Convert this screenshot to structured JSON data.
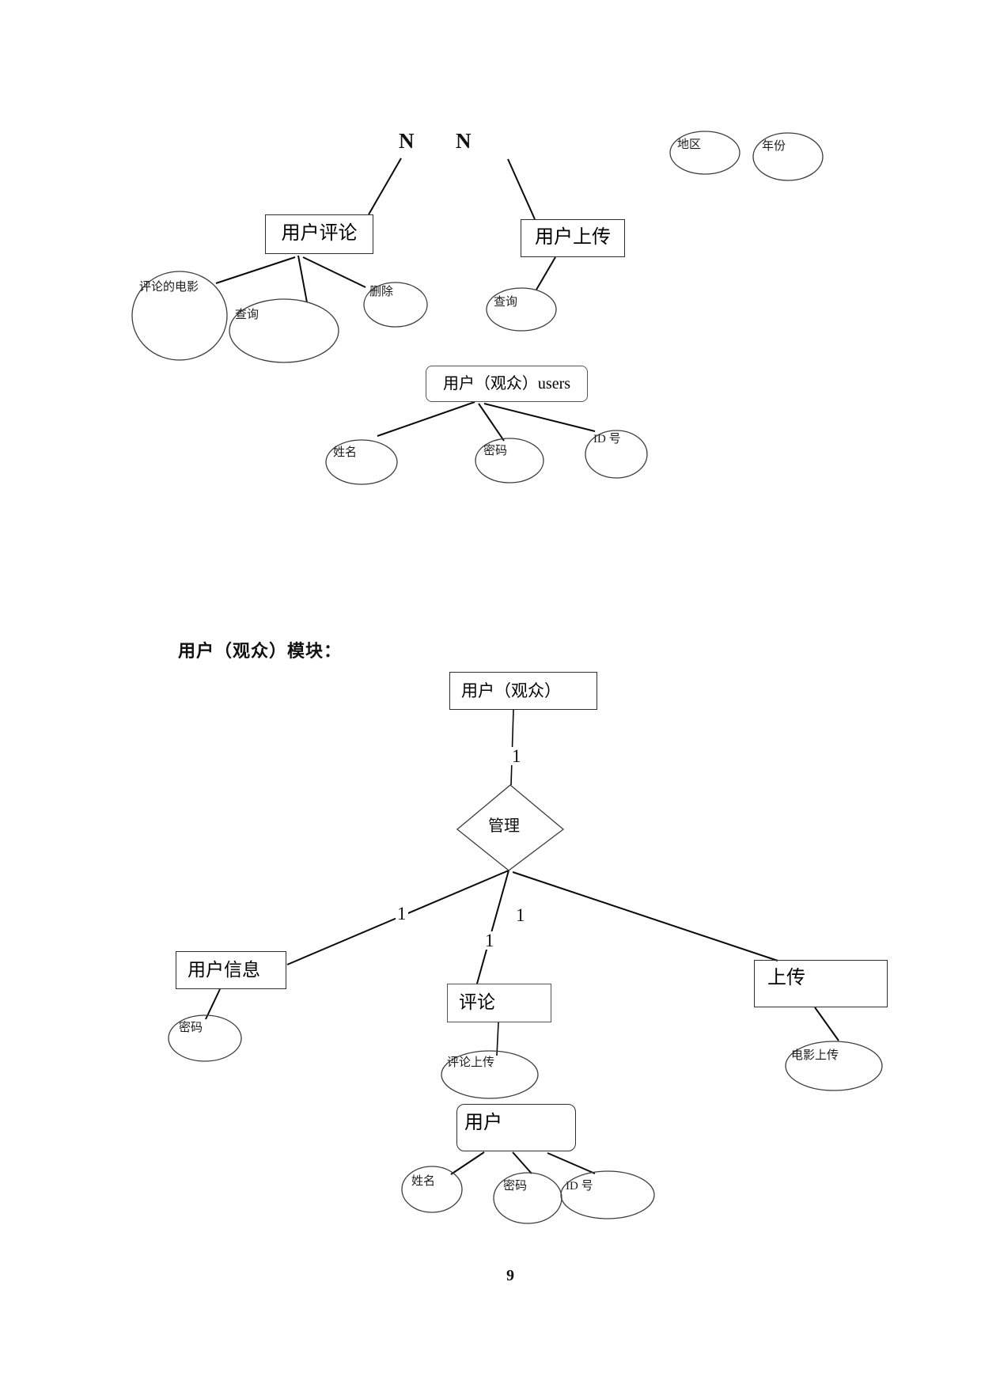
{
  "page": {
    "heading": "用户（观众）模块：",
    "number": "9"
  },
  "d1": {
    "n_left": "N",
    "n_right": "N",
    "comment_box": "用户评论",
    "upload_box": "用户上传",
    "users_box": "用户（观众）users",
    "commented_movie": "评论的电影",
    "query_left": "查询",
    "delete": "删除",
    "query_right": "查询",
    "region": "地区",
    "year": "年份",
    "name": "姓名",
    "password": "密码",
    "id_number": "ID 号"
  },
  "d2": {
    "viewer_box": "用户（观众）",
    "manage": "管理",
    "card_top": "1",
    "card_left": "1",
    "card_mid_right": "1",
    "card_mid": "1",
    "user_info_box": "用户信息",
    "password_info": "密码",
    "comment_box": "评论",
    "comment_upload": "评论上传",
    "user_box": "用户",
    "name": "姓名",
    "password": "密码",
    "id_number": "ID 号",
    "upload_box": "上传",
    "movie_upload": "电影上传"
  }
}
